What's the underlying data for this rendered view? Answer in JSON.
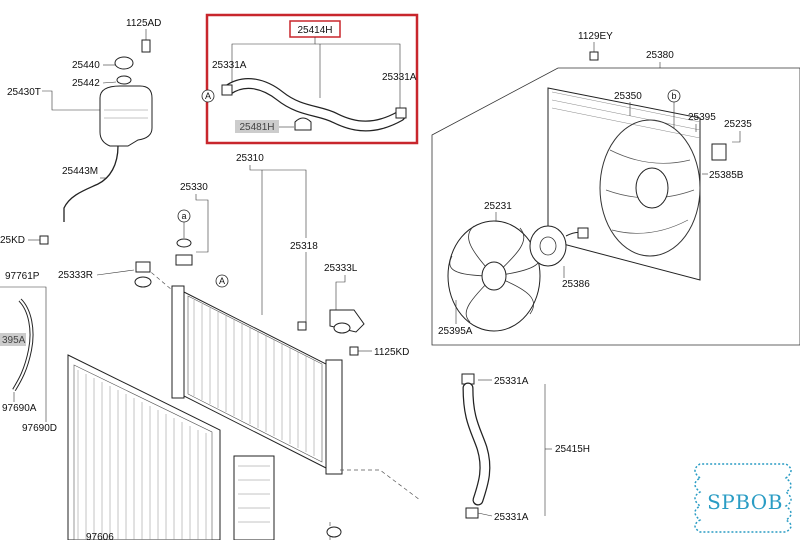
{
  "highlight_box": {
    "title": "25414H",
    "color": "#c8262c"
  },
  "labels": {
    "p1125AD": "1125AD",
    "p25440": "25440",
    "p25442": "25442",
    "p25430T": "25430T",
    "p25443M": "25443M",
    "p25KD_left": "25KD",
    "p97761P": "97761P",
    "p25333R": "25333R",
    "p395A": "395A",
    "p97690A": "97690A",
    "p97690D": "97690D",
    "p97606": "97606",
    "p25331A_box_left": "25331A",
    "p25331A_box_right": "25331A",
    "p25481H": "25481H",
    "p25310": "25310",
    "p25330": "25330",
    "p25318": "25318",
    "p25333L": "25333L",
    "p1125KD": "1125KD",
    "p1129EY": "1129EY",
    "p25380": "25380",
    "p25350": "25350",
    "p25395": "25395",
    "p25235": "25235",
    "p25385B": "25385B",
    "p25231": "25231",
    "p25386": "25386",
    "p25395A": "25395A",
    "p25331A_lower_top": "25331A",
    "p25415H": "25415H",
    "p25331A_lower_bottom": "25331A"
  },
  "callouts": {
    "a_upper": "a",
    "a_box": "A",
    "a_radiator": "A",
    "b_fan": "b"
  },
  "watermark": {
    "text": "SPBOB",
    "color": "#2a9cc4"
  }
}
